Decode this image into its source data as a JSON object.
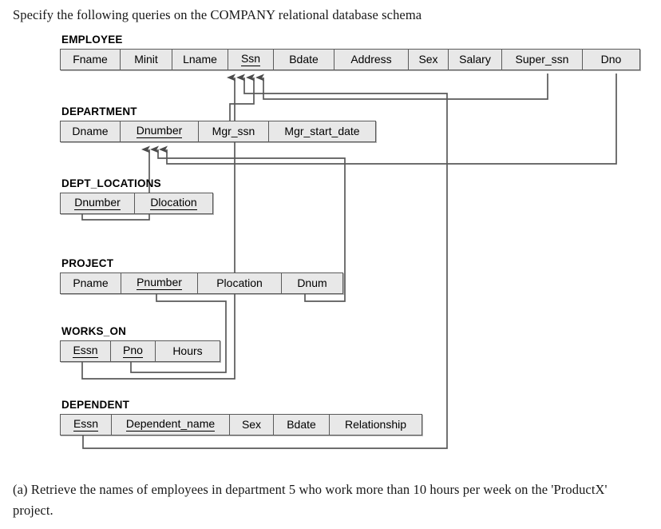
{
  "intro": {
    "text": "Specify the following queries on the COMPANY relational database schema"
  },
  "caption": {
    "text": "(a) Retrieve the names of employees in department 5 who work more than 10 hours per week on the 'ProductX' project."
  },
  "style": {
    "cell_fill": "#e8e8e8",
    "cell_border": "#5a5a5a",
    "connector_color": "#595959",
    "page_background": "#ffffff",
    "text_color": "#000000"
  },
  "diagram": {
    "type": "relational-schema",
    "title": "COMPANY",
    "relations": [
      {
        "name": "EMPLOYEE",
        "attributes": [
          {
            "label": "Fname",
            "primary_key": false,
            "width": 75
          },
          {
            "label": "Minit",
            "primary_key": false,
            "width": 65
          },
          {
            "label": "Lname",
            "primary_key": false,
            "width": 70
          },
          {
            "label": "Ssn",
            "primary_key": true,
            "width": 57
          },
          {
            "label": "Bdate",
            "primary_key": false,
            "width": 76
          },
          {
            "label": "Address",
            "primary_key": false,
            "width": 93
          },
          {
            "label": "Sex",
            "primary_key": false,
            "width": 50
          },
          {
            "label": "Salary",
            "primary_key": false,
            "width": 67
          },
          {
            "label": "Super_ssn",
            "primary_key": false,
            "width": 101
          },
          {
            "label": "Dno",
            "primary_key": false,
            "width": 71
          }
        ]
      },
      {
        "name": "DEPARTMENT",
        "attributes": [
          {
            "label": "Dname",
            "primary_key": false,
            "width": 75
          },
          {
            "label": "Dnumber",
            "primary_key": true,
            "width": 98
          },
          {
            "label": "Mgr_ssn",
            "primary_key": false,
            "width": 88
          },
          {
            "label": "Mgr_start_date",
            "primary_key": false,
            "width": 133
          }
        ]
      },
      {
        "name": "DEPT_LOCATIONS",
        "attributes": [
          {
            "label": "Dnumber",
            "primary_key": true,
            "width": 93
          },
          {
            "label": "Dlocation",
            "primary_key": true,
            "width": 97
          }
        ]
      },
      {
        "name": "PROJECT",
        "attributes": [
          {
            "label": "Pname",
            "primary_key": false,
            "width": 76
          },
          {
            "label": "Pnumber",
            "primary_key": true,
            "width": 96
          },
          {
            "label": "Plocation",
            "primary_key": false,
            "width": 105
          },
          {
            "label": "Dnum",
            "primary_key": false,
            "width": 76
          }
        ]
      },
      {
        "name": "WORKS_ON",
        "attributes": [
          {
            "label": "Essn",
            "primary_key": true,
            "width": 63
          },
          {
            "label": "Pno",
            "primary_key": true,
            "width": 56
          },
          {
            "label": "Hours",
            "primary_key": false,
            "width": 80
          }
        ]
      },
      {
        "name": "DEPENDENT",
        "attributes": [
          {
            "label": "Essn",
            "primary_key": true,
            "width": 64
          },
          {
            "label": "Dependent_name",
            "primary_key": true,
            "width": 148
          },
          {
            "label": "Sex",
            "primary_key": false,
            "width": 55
          },
          {
            "label": "Bdate",
            "primary_key": false,
            "width": 70
          },
          {
            "label": "Relationship",
            "primary_key": false,
            "width": 115
          }
        ]
      }
    ],
    "foreign_keys": [
      {
        "from": "EMPLOYEE.Super_ssn",
        "to": "EMPLOYEE.Ssn"
      },
      {
        "from": "EMPLOYEE.Dno",
        "to": "DEPARTMENT.Dnumber"
      },
      {
        "from": "DEPARTMENT.Mgr_ssn",
        "to": "EMPLOYEE.Ssn"
      },
      {
        "from": "DEPT_LOCATIONS.Dnumber",
        "to": "DEPARTMENT.Dnumber"
      },
      {
        "from": "PROJECT.Dnum",
        "to": "DEPARTMENT.Dnumber"
      },
      {
        "from": "WORKS_ON.Essn",
        "to": "EMPLOYEE.Ssn"
      },
      {
        "from": "WORKS_ON.Pno",
        "to": "PROJECT.Pnumber"
      },
      {
        "from": "DEPENDENT.Essn",
        "to": "EMPLOYEE.Ssn"
      }
    ]
  }
}
